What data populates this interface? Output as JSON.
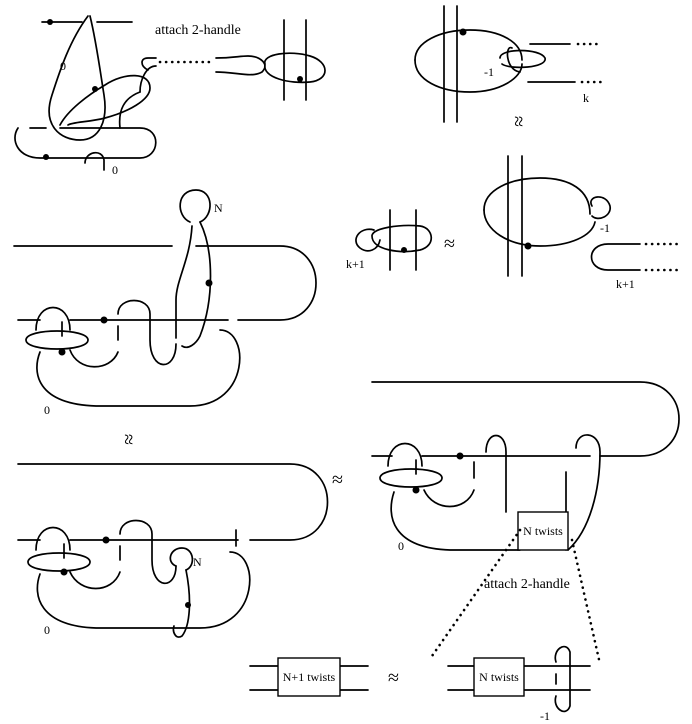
{
  "figure": {
    "labels": {
      "attach_top": "attach 2-handle",
      "attach_bottom": "attach 2-handle",
      "zero_a": "0",
      "zero_b": "0",
      "zero_c": "0",
      "zero_d": "0",
      "zero_e": "0",
      "minus1_a": "-1",
      "minus1_b": "-1",
      "minus1_c": "-1",
      "k": "k",
      "k_plus_1_a": "k+1",
      "k_plus_1_b": "k+1",
      "N_a": "N",
      "N_b": "N"
    },
    "boxes": {
      "n_twists_a": "N twists",
      "n_plus_1_twists": "N+1 twists",
      "n_twists_b": "N twists"
    },
    "relations": {
      "approx_symbol": "≈",
      "rotated_symbol": "≈"
    }
  }
}
